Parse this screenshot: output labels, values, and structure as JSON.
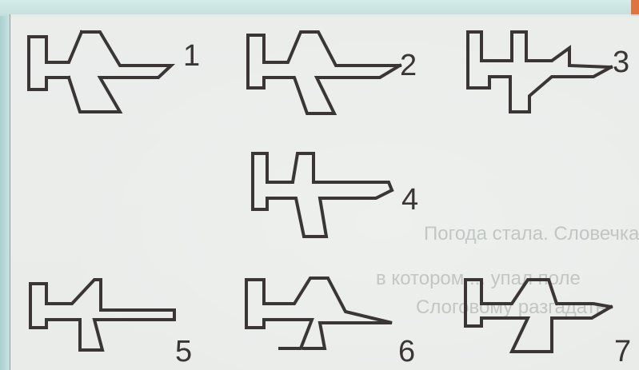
{
  "figures": [
    {
      "id": "1",
      "label": "1"
    },
    {
      "id": "2",
      "label": "2"
    },
    {
      "id": "3",
      "label": "3"
    },
    {
      "id": "4",
      "label": "4"
    },
    {
      "id": "5",
      "label": "5"
    },
    {
      "id": "6",
      "label": "6"
    },
    {
      "id": "7",
      "label": "7"
    }
  ],
  "background_text": {
    "line1": "Погода стала. Словечка",
    "line2": "в котором ... упал поле",
    "line3": "Слоговому разгадать"
  },
  "colors": {
    "ink": "#3b3536",
    "paper": "#eceeec",
    "accent": "#e0733e"
  }
}
